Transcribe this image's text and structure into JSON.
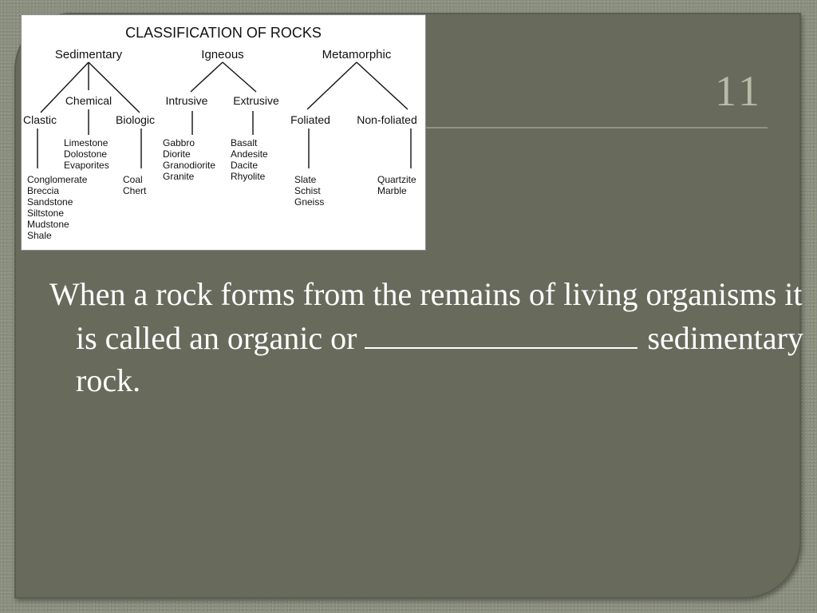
{
  "slide": {
    "number": "11",
    "body_before_blank": "When a rock forms from the remains of living organisms it is called an organic or",
    "body_after_blank": "sedimentary rock."
  },
  "diagram": {
    "title": "CLASSIFICATION OF ROCKS",
    "categories": {
      "sedimentary": "Sedimentary",
      "igneous": "Igneous",
      "metamorphic": "Metamorphic"
    },
    "subtypes": {
      "clastic": "Clastic",
      "chemical": "Chemical",
      "biologic": "Biologic",
      "intrusive": "Intrusive",
      "extrusive": "Extrusive",
      "foliated": "Foliated",
      "nonfoliated": "Non-foliated"
    },
    "examples": {
      "clastic": [
        "Conglomerate",
        "Breccia",
        "Sandstone",
        "Siltstone",
        "Mudstone",
        "Shale"
      ],
      "chemical": [
        "Limestone",
        "Dolostone",
        "Evaporites"
      ],
      "biologic": [
        "Coal",
        "Chert"
      ],
      "intrusive": [
        "Gabbro",
        "Diorite",
        "Granodiorite",
        "Granite"
      ],
      "extrusive": [
        "Basalt",
        "Andesite",
        "Dacite",
        "Rhyolite"
      ],
      "foliated": [
        "Slate",
        "Schist",
        "Gneiss"
      ],
      "nonfoliated": [
        "Quartzite",
        "Marble"
      ]
    }
  }
}
